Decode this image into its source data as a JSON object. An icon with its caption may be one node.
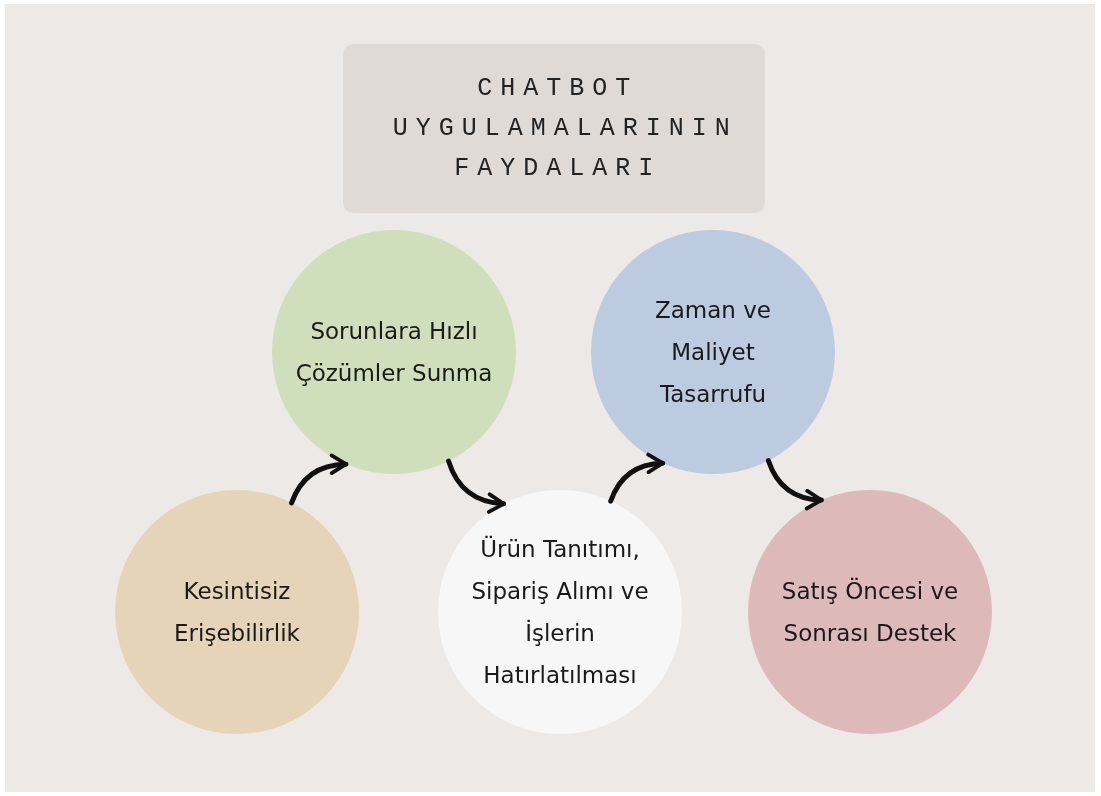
{
  "diagram": {
    "title": "CHATBOT UYGULAMALARININ FAYDALARI",
    "nodes": [
      {
        "text": [
          "Kesintisiz Erişebilirlik"
        ]
      },
      {
        "text": [
          "Sorunlara Hızlı Çözümler Sunma"
        ]
      },
      {
        "text": [
          "Ürün Tanıtımı, Sipariş Alımı ve İşlerin Hatırlatılması"
        ]
      },
      {
        "text": [
          "Zaman ve Maliyet Tasarrufu"
        ]
      },
      {
        "text": [
          "Satış Öncesi ve Sonrası Destek"
        ]
      }
    ],
    "edges": [
      {
        "from": 0,
        "to": 1,
        "arrow": "to"
      },
      {
        "from": 1,
        "to": 2,
        "arrow": "to"
      },
      {
        "from": 2,
        "to": 3,
        "arrow": "to"
      },
      {
        "from": 3,
        "to": 4,
        "arrow": "to"
      }
    ]
  }
}
